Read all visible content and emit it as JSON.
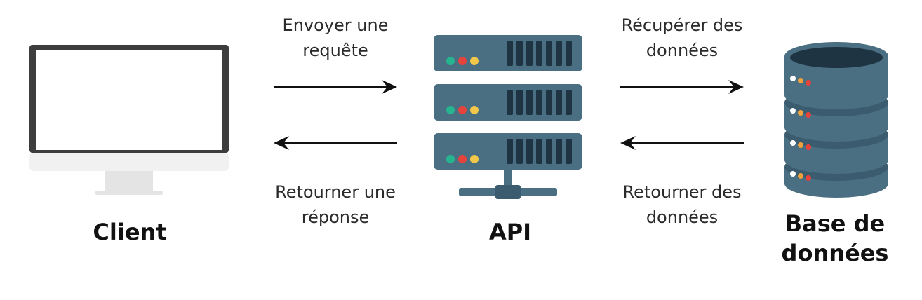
{
  "nodes": {
    "client": "Client",
    "api": "API",
    "database_line1": "Base de",
    "database_line2": "données"
  },
  "edges": {
    "send_request_line1": "Envoyer une",
    "send_request_line2": "requête",
    "return_response_line1": "Retourner une",
    "return_response_line2": "réponse",
    "fetch_data_line1": "Récupérer des",
    "fetch_data_line2": "données",
    "return_data_line1": "Retourner des",
    "return_data_line2": "données"
  },
  "colors": {
    "monitor_frame": "#3d3d3d",
    "monitor_stand": "#e4e4e4",
    "server_body": "#4a6f82",
    "server_dark": "#1f3443",
    "led_green": "#26b58f",
    "led_red": "#e5433c",
    "led_yellow": "#f2c84b",
    "arrow": "#111111"
  }
}
